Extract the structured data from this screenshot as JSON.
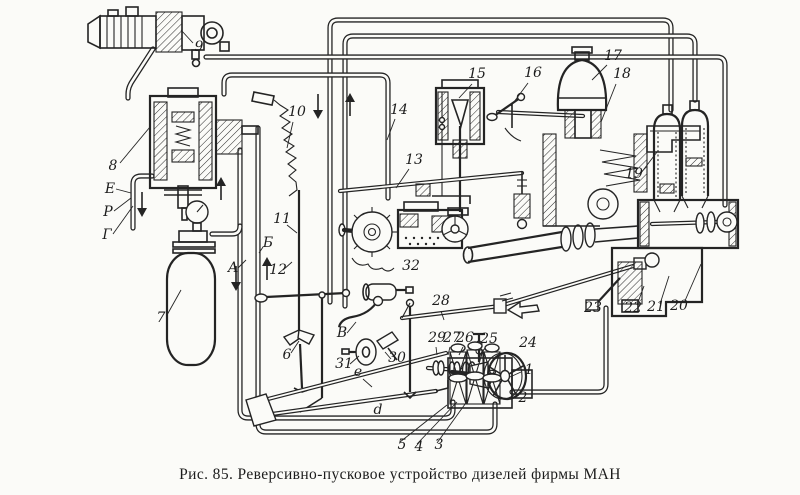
{
  "figure": {
    "caption": "Рис. 85. Реверсивно-пусковое устройство дизелей фирмы МАН"
  },
  "colors": {
    "ink": "#242424",
    "paper": "#fbfbf8"
  },
  "labels": {
    "n1": "1",
    "n2": "2",
    "n3": "3",
    "n4": "4",
    "n5": "5",
    "n6": "6",
    "n7": "7",
    "n8": "8",
    "n9": "9",
    "n10": "10",
    "n11": "11",
    "n12": "12",
    "n13": "13",
    "n14": "14",
    "n15": "15",
    "n16": "16",
    "n17": "17",
    "n18": "18",
    "n19": "19",
    "n20": "20",
    "n21": "21",
    "n22": "22",
    "n23": "23",
    "n24": "24",
    "n25": "25",
    "n26": "26",
    "n27": "27",
    "n28": "28",
    "n29": "29",
    "n30": "30",
    "n31": "31",
    "n32": "32",
    "A": "А",
    "B": "Б",
    "V": "В",
    "G": "Г",
    "E": "Е",
    "R": "Р",
    "e": "е",
    "d": "d"
  }
}
